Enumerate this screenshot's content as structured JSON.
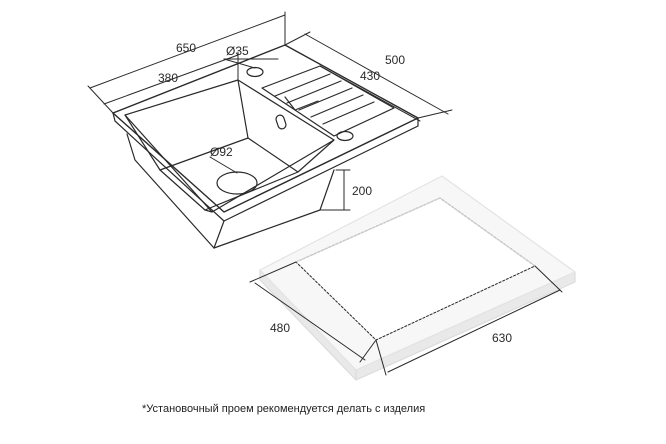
{
  "sink": {
    "overall_width": "650",
    "bowl_width": "380",
    "drain_hole": "Ø35",
    "depth_total": "500",
    "depth_inner": "430",
    "outlet": "Ø92",
    "bowl_height": "200"
  },
  "cutout": {
    "depth": "480",
    "width": "630"
  },
  "footnote": "*Установочный проем рекомендуется делать с изделия",
  "colors": {
    "line": "#2a2a2a",
    "slab_top": "#f7f7f7",
    "slab_side": "#e9e9e9",
    "slab_shadow": "#dedede"
  }
}
